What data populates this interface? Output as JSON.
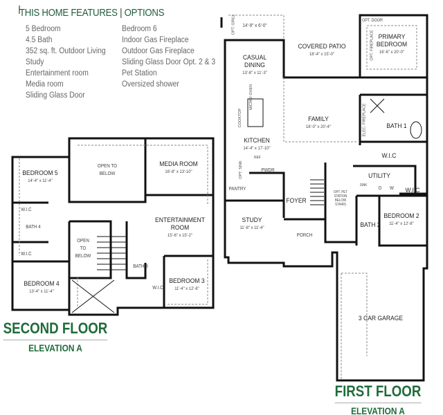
{
  "features": {
    "heading": "THIS HOME FEATURES",
    "items": [
      "5 Bedroom",
      "4.5 Bath",
      "352 sq. ft. Outdoor Living",
      "Study",
      "Entertainment room",
      "Media room",
      "Sliding Glass Door"
    ]
  },
  "options": {
    "heading": "OPTIONS",
    "items": [
      "Bedroom 6",
      "Indoor Gas Fireplace",
      "Outdoor Gas Fireplace",
      "Sliding Glass Door Opt. 2 & 3",
      "Pet Station",
      "Oversized shower"
    ]
  },
  "second_floor": {
    "title": "SECOND FLOOR",
    "elevation": "ELEVATION A",
    "rooms": [
      {
        "name": "BEDROOM 5",
        "dims": "14'-4\" x 11'-4\""
      },
      {
        "name": "OPEN TO BELOW",
        "dims": ""
      },
      {
        "name": "MEDIA ROOM",
        "dims": "16'-8\" x 13'-10\""
      },
      {
        "name": "W.I.C",
        "dims": ""
      },
      {
        "name": "BATH 4",
        "dims": ""
      },
      {
        "name": "W.I.C",
        "dims": ""
      },
      {
        "name": "OPEN TO BELOW",
        "dims": ""
      },
      {
        "name": "ENTERTAINMENT ROOM",
        "dims": "15'-6\" x 15'-2\""
      },
      {
        "name": "BATH 3",
        "dims": ""
      },
      {
        "name": "BEDROOM 4",
        "dims": "13'-4\" x 11'-4\""
      },
      {
        "name": "W.I.C",
        "dims": ""
      },
      {
        "name": "BEDROOM 3",
        "dims": "11'-4\" x 12'-8\""
      }
    ]
  },
  "first_floor": {
    "title": "FIRST FLOOR",
    "elevation": "ELEVATION A",
    "rooms": [
      {
        "name": "OPT. GRILL",
        "dims": "14'-9\" x 6'-0\""
      },
      {
        "name": "COVERED PATIO",
        "dims": "18'-4\" x 15'-0\""
      },
      {
        "name": "OPT. DOOR",
        "dims": ""
      },
      {
        "name": "PRIMARY BEDROOM",
        "dims": "16'-6\" x 20'-0\""
      },
      {
        "name": "CASUAL DINING",
        "dims": "13'-8\" x 11'-3\""
      },
      {
        "name": "FAMILY",
        "dims": "18'-0\" x 20'-4\""
      },
      {
        "name": "BATH 1",
        "dims": ""
      },
      {
        "name": "KITCHEN",
        "dims": "14'-4\" x 17'-10\""
      },
      {
        "name": "W.I.C",
        "dims": ""
      },
      {
        "name": "UTILITY",
        "dims": ""
      },
      {
        "name": "W.I.C",
        "dims": ""
      },
      {
        "name": "PWDR",
        "dims": ""
      },
      {
        "name": "PANTRY",
        "dims": ""
      },
      {
        "name": "FOYER",
        "dims": ""
      },
      {
        "name": "STUDY",
        "dims": "11'-8\" x 11'-4\""
      },
      {
        "name": "PORCH",
        "dims": ""
      },
      {
        "name": "BATH 2",
        "dims": ""
      },
      {
        "name": "BEDROOM 2",
        "dims": "11'-4\" x 12'-8\""
      },
      {
        "name": "3 CAR GARAGE",
        "dims": ""
      }
    ],
    "annotations": [
      "OPT. FIREPLACE",
      "ELEC. FIREPLACE",
      "MICRO/ OVEN",
      "COOKTOP",
      "REF",
      "OPT. SINK",
      "OPT. PET STATION BELOW STAIRS",
      "SINK",
      "D",
      "W"
    ]
  }
}
